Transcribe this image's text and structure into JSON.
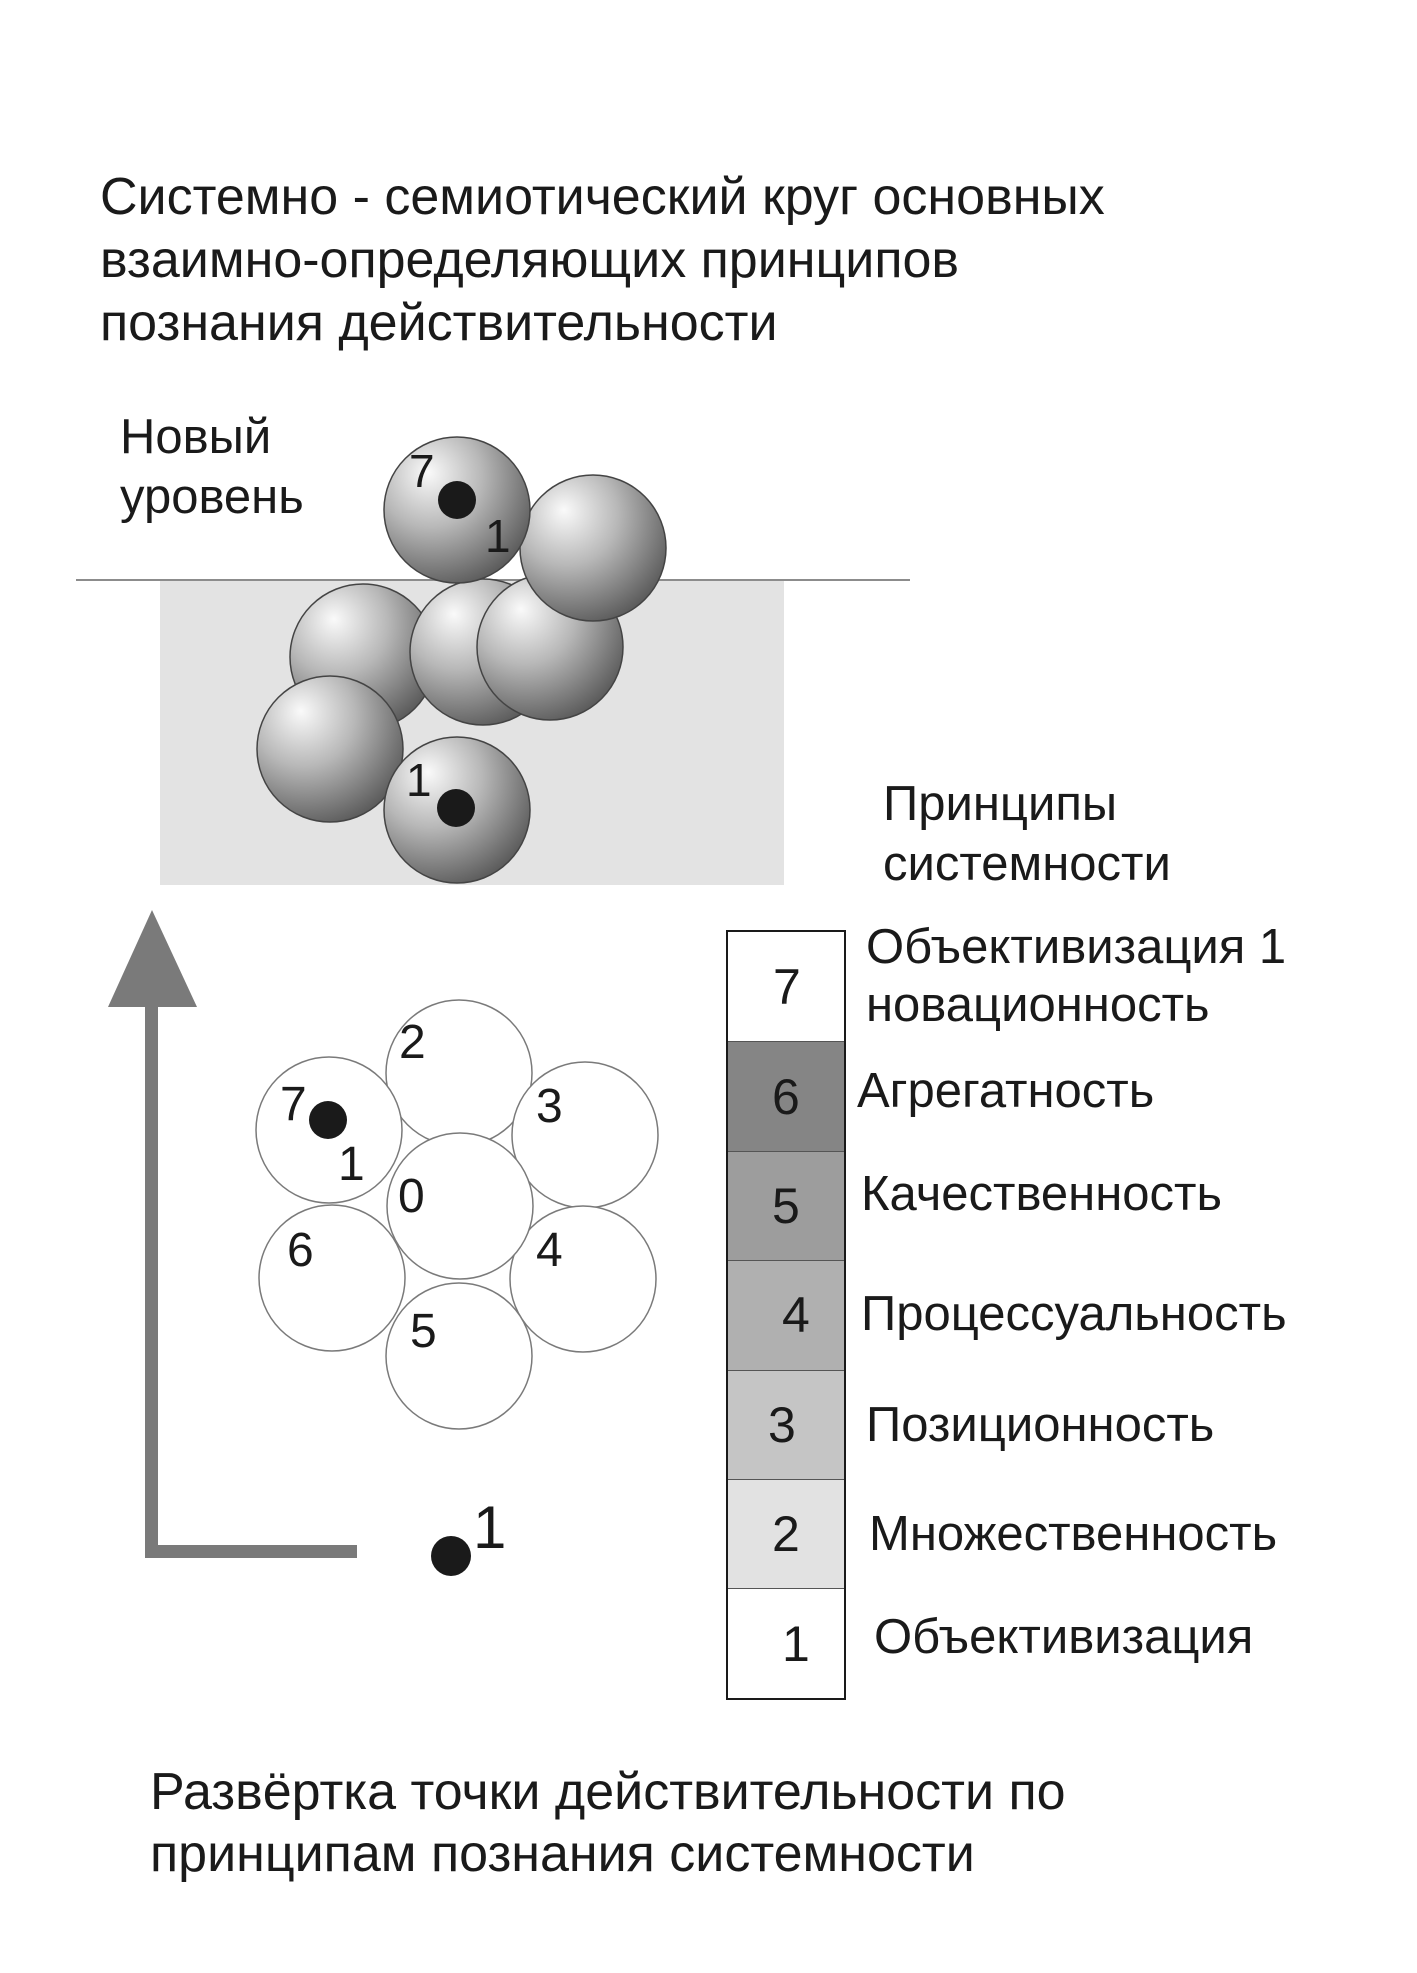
{
  "title": {
    "lines": [
      "Системно - семиотический круг основных",
      "взаимно-определяющих принципов",
      "познания действительности"
    ]
  },
  "new_level": {
    "lines": [
      "Новый",
      "уровень"
    ]
  },
  "spheres_labels": {
    "top_sphere_a": "7",
    "top_sphere_b": "1",
    "bottom_sphere": "1"
  },
  "principles_heading": {
    "lines": [
      "Принципы",
      "системности"
    ]
  },
  "scale": {
    "cells": [
      {
        "number": "7",
        "color": "#ffffff",
        "label_lines": [
          "Объективизация 1",
          "новационность"
        ]
      },
      {
        "number": "6",
        "color": "#858585",
        "label_lines": [
          "Агрегатность"
        ]
      },
      {
        "number": "5",
        "color": "#9d9d9d",
        "label_lines": [
          "Качественность"
        ]
      },
      {
        "number": "4",
        "color": "#b0b0b0",
        "label_lines": [
          "Процессуальность"
        ]
      },
      {
        "number": "3",
        "color": "#c5c5c5",
        "label_lines": [
          "Позиционность"
        ]
      },
      {
        "number": "2",
        "color": "#e2e2e2",
        "label_lines": [
          "Множественность"
        ]
      },
      {
        "number": "1",
        "color": "#ffffff",
        "label_lines": [
          "Объективизация"
        ]
      }
    ]
  },
  "circle_diagram": {
    "labels": {
      "c0": "0",
      "c2": "2",
      "c3": "3",
      "c4": "4",
      "c5": "5",
      "c6": "6",
      "c7a": "7",
      "c7b": "1"
    }
  },
  "point_label": "1",
  "caption": {
    "lines": [
      "Развёртка точки действительности по",
      "принципам познания системности"
    ]
  },
  "colors": {
    "box": "#e3e3e3",
    "arrow": "#7a7a7a",
    "sphere_light": "#fafafa",
    "sphere_dark": "#555555"
  }
}
